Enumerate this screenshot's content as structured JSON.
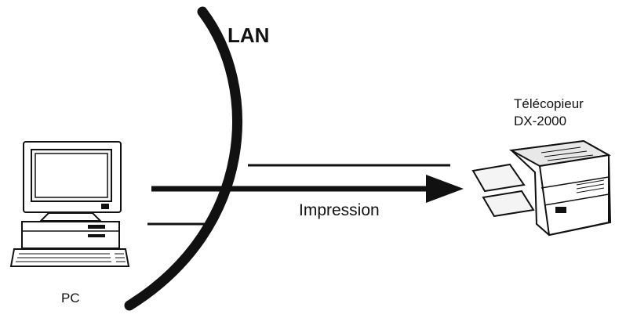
{
  "diagram": {
    "network_label": "LAN",
    "printer_name": "Télécopieur",
    "printer_model": "DX-2000",
    "flow_label": "Impression",
    "computer_label": "PC"
  }
}
